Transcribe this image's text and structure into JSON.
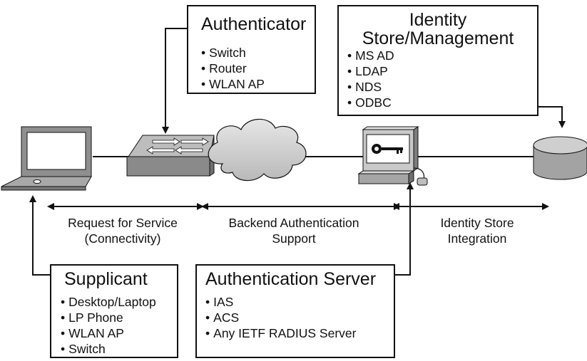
{
  "boxes": {
    "authenticator": {
      "title": "Authenticator",
      "items": [
        "Switch",
        "Router",
        "WLAN AP"
      ]
    },
    "identity_store": {
      "title_line1": "Identity",
      "title_line2": "Store/Management",
      "items": [
        "MS AD",
        "LDAP",
        "NDS",
        "ODBC"
      ]
    },
    "supplicant": {
      "title": "Supplicant",
      "items": [
        "Desktop/Laptop",
        "LP Phone",
        "WLAN AP",
        "Switch"
      ]
    },
    "auth_server": {
      "title": "Authentication Server",
      "items": [
        "IAS",
        "ACS",
        "Any IETF RADIUS Server"
      ]
    }
  },
  "segments": {
    "request": {
      "line1": "Request for Service",
      "line2": "(Connectivity)"
    },
    "backend": {
      "line1": "Backend Authentication",
      "line2": "Support"
    },
    "identity": {
      "line1": "Identity Store",
      "line2": "Integration"
    }
  },
  "icons": [
    "laptop-icon",
    "switch-icon",
    "cloud-icon",
    "server-icon",
    "database-icon"
  ],
  "colors": {
    "line": "#111111",
    "device_gray": "#9a9a9a",
    "device_dark": "#6e6e6e",
    "cloud": "#cfcfcf"
  }
}
